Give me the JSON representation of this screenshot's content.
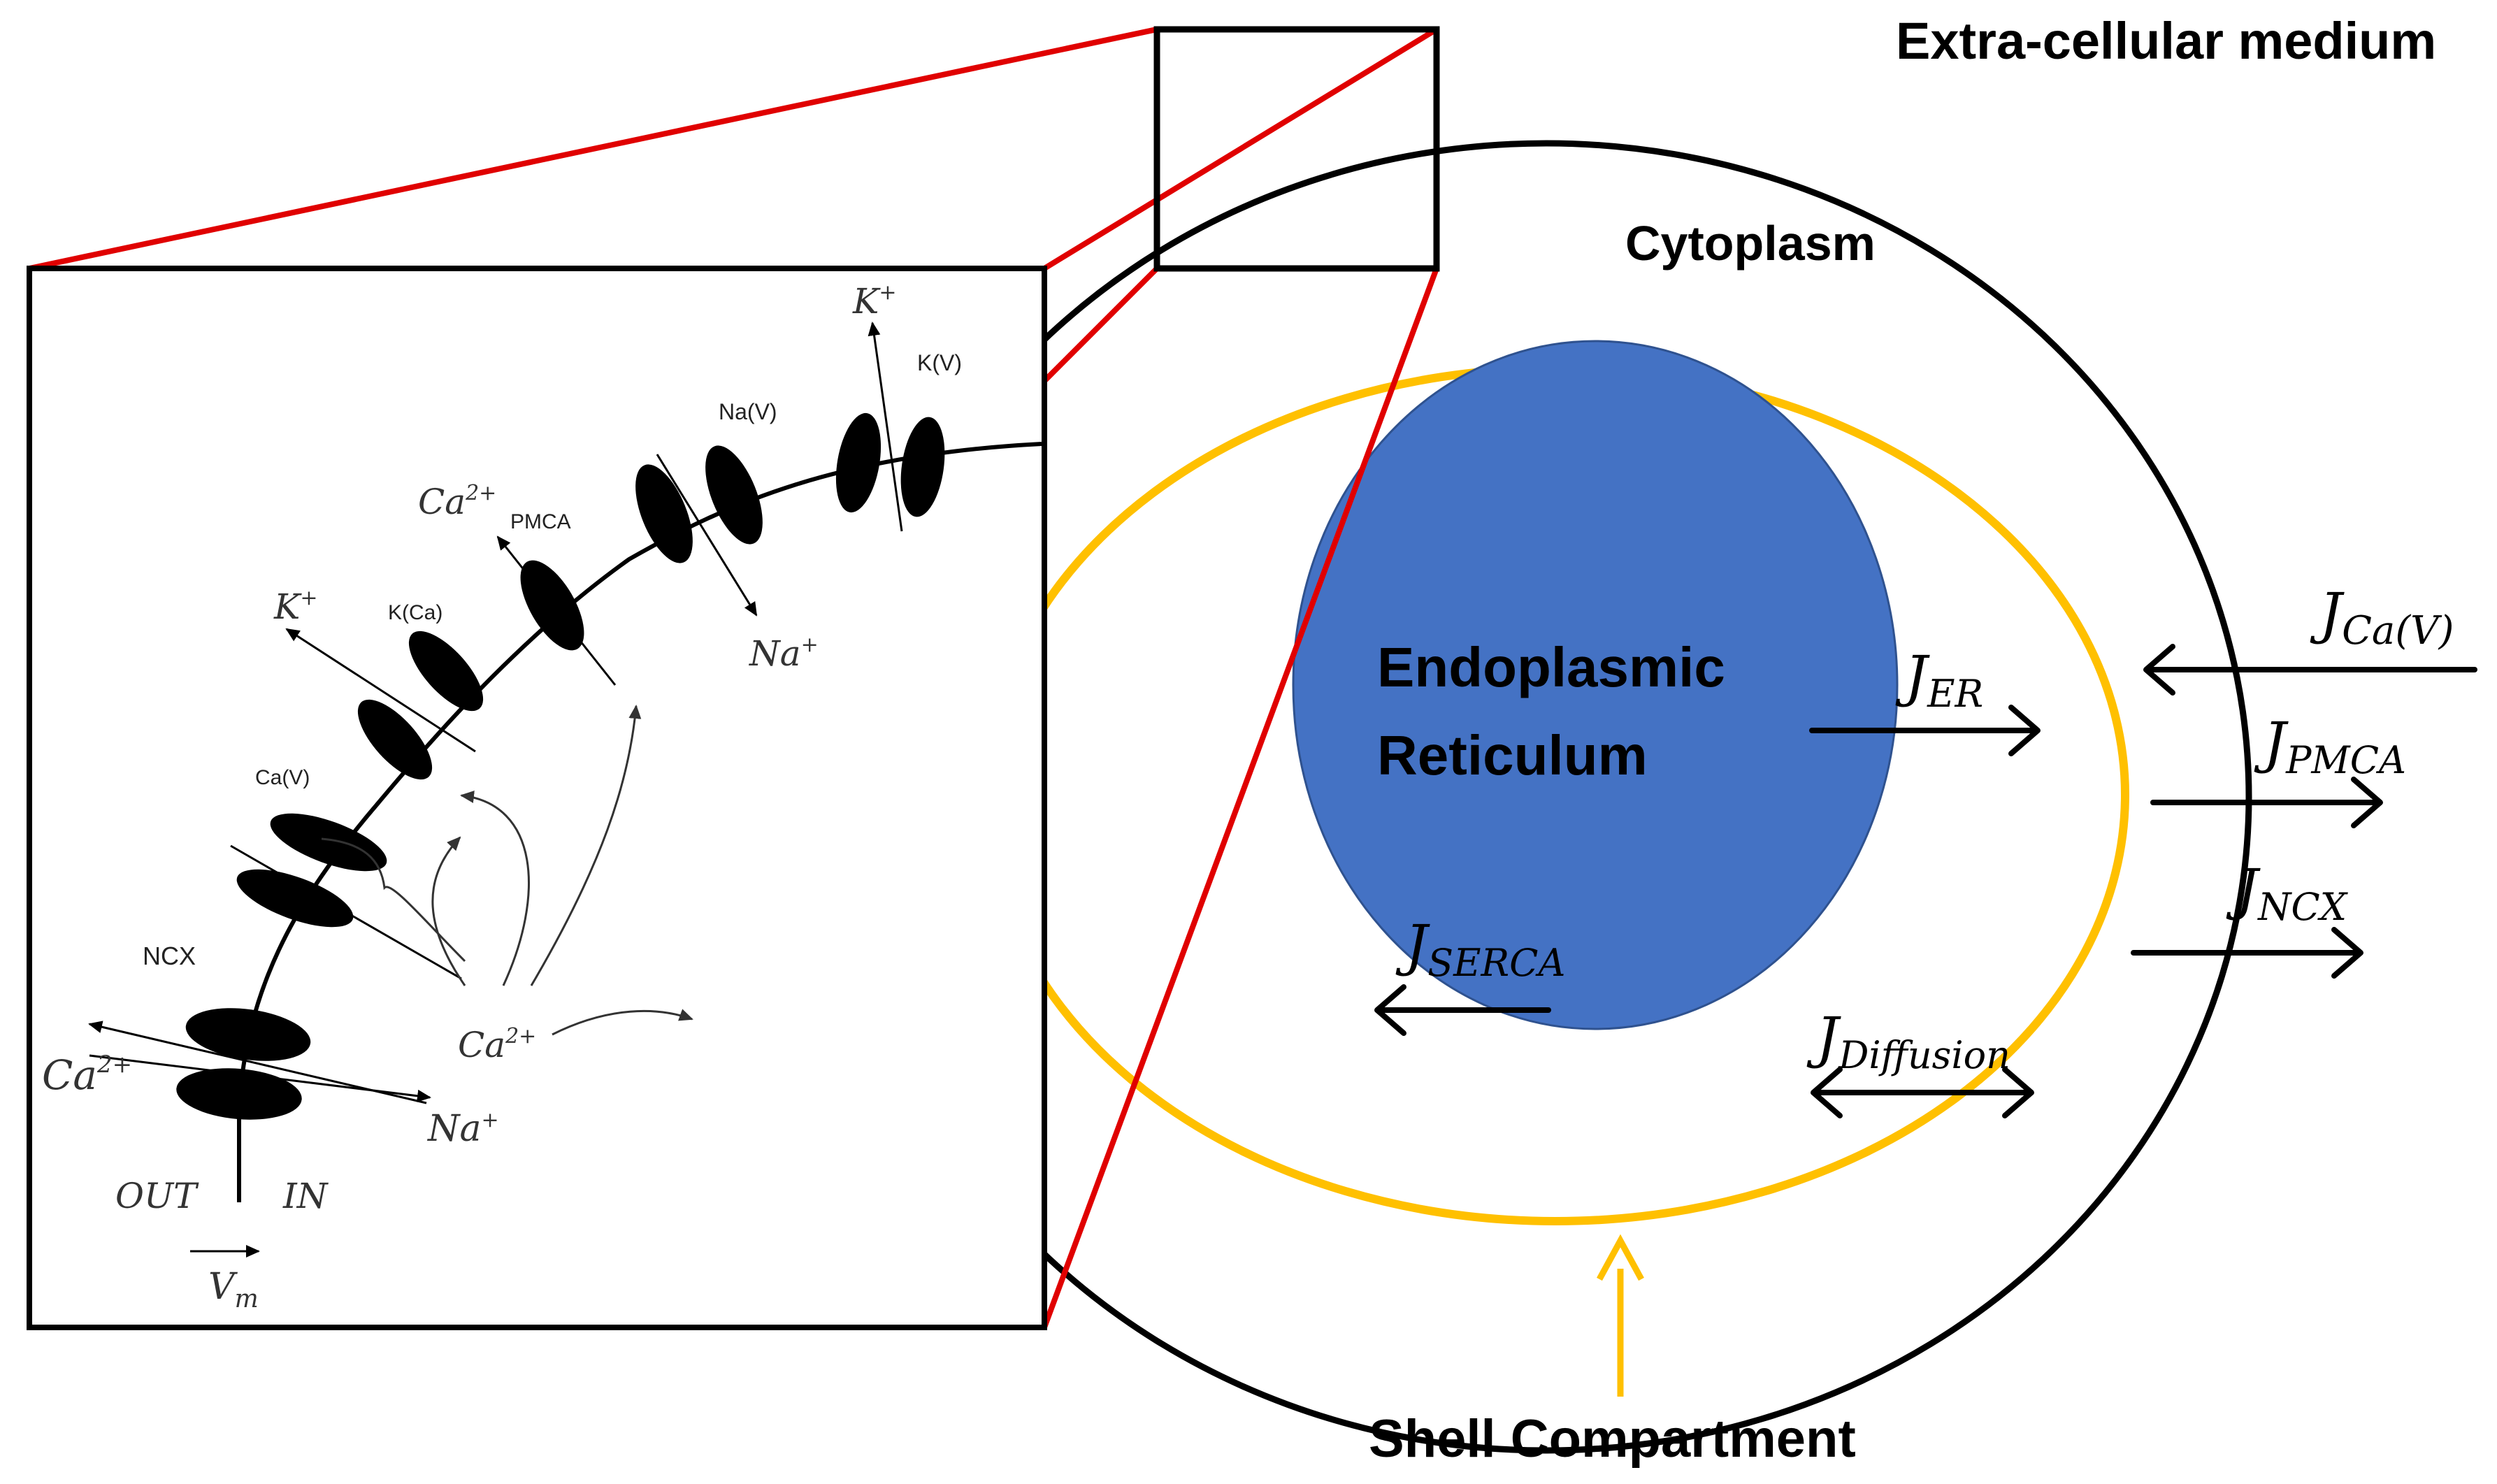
{
  "labels": {
    "extracellular": "Extra-cellular medium",
    "cytoplasm": "Cytoplasm",
    "er_line1": "Endoplasmic",
    "er_line2": "Reticulum",
    "shell": "Shell Compartment"
  },
  "fluxes": {
    "j": "J",
    "ca_v": "Ca(V)",
    "pmca": "PMCA",
    "ncx": "NCX",
    "er": "ER",
    "serca": "SERCA",
    "diffusion": "Diffusion"
  },
  "inset": {
    "channels": {
      "kv": "K(V)",
      "nav": "Na(V)",
      "pmca": "PMCA",
      "kca": "K(Ca)",
      "cav": "Ca(V)",
      "ncx": "NCX"
    },
    "ions": {
      "k_top": "K",
      "k_top_sup": "+",
      "na_mid": "Na",
      "na_mid_sup": "+",
      "ca_pmca": "Ca",
      "ca_pmca_sup": "2+",
      "k_kca": "K",
      "k_kca_sup": "+",
      "ca_center": "Ca",
      "ca_center_sup": "2+",
      "ca_left": "Ca",
      "ca_left_sup": "2+",
      "na_bottom": "Na",
      "na_bottom_sup": "+"
    },
    "out": "OUT",
    "in": "IN",
    "vm": "V",
    "vm_sub": "m"
  },
  "colors": {
    "er_fill": "#4472C4",
    "shell_ring": "#FFC000",
    "zoom_lines": "#E00000",
    "membrane": "#000000"
  }
}
